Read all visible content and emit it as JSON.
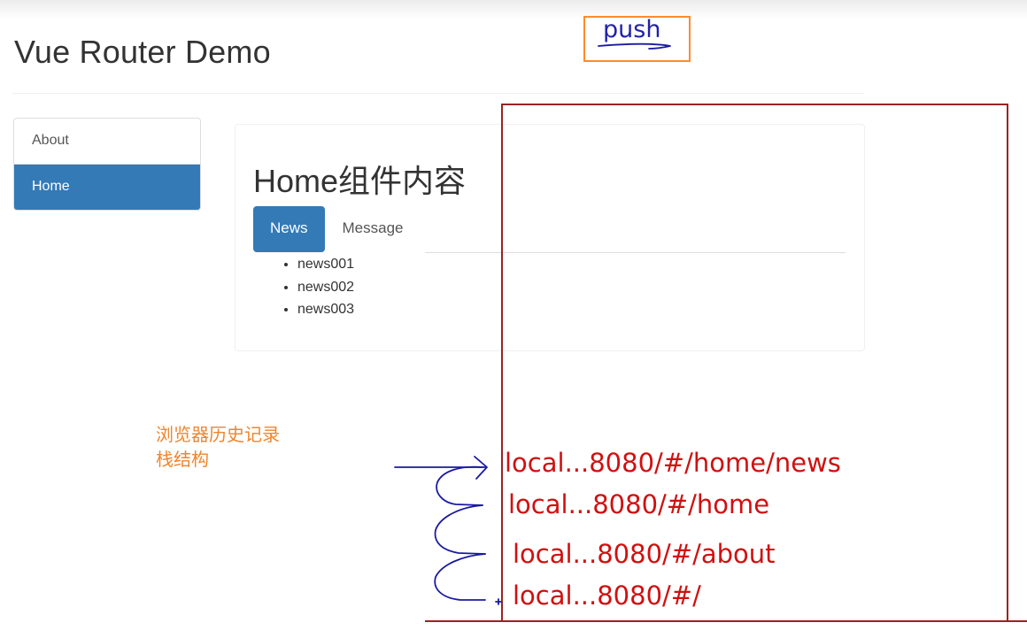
{
  "app": {
    "title": "Vue Router Demo"
  },
  "sidebar": {
    "items": [
      {
        "label": "About",
        "active": false
      },
      {
        "label": "Home",
        "active": true
      }
    ]
  },
  "main": {
    "heading": "Home组件内容",
    "tabs": [
      {
        "label": "News",
        "active": true
      },
      {
        "label": "Message",
        "active": false
      }
    ],
    "news": [
      "news001",
      "news002",
      "news003"
    ]
  },
  "annotation": {
    "push_label": "push",
    "history_caption": [
      "浏览器历史记录",
      "栈结构"
    ],
    "history_stack": [
      "local...8080/#/home/news",
      "local...8080/#/home",
      "local...8080/#/about",
      "local...8080/#/"
    ]
  },
  "colors": {
    "primary": "#337ab7",
    "annotation_orange": "#f0852c",
    "annotation_red": "#d01010",
    "frame_red": "#9b2222",
    "pen_blue": "#1a1aa0"
  }
}
